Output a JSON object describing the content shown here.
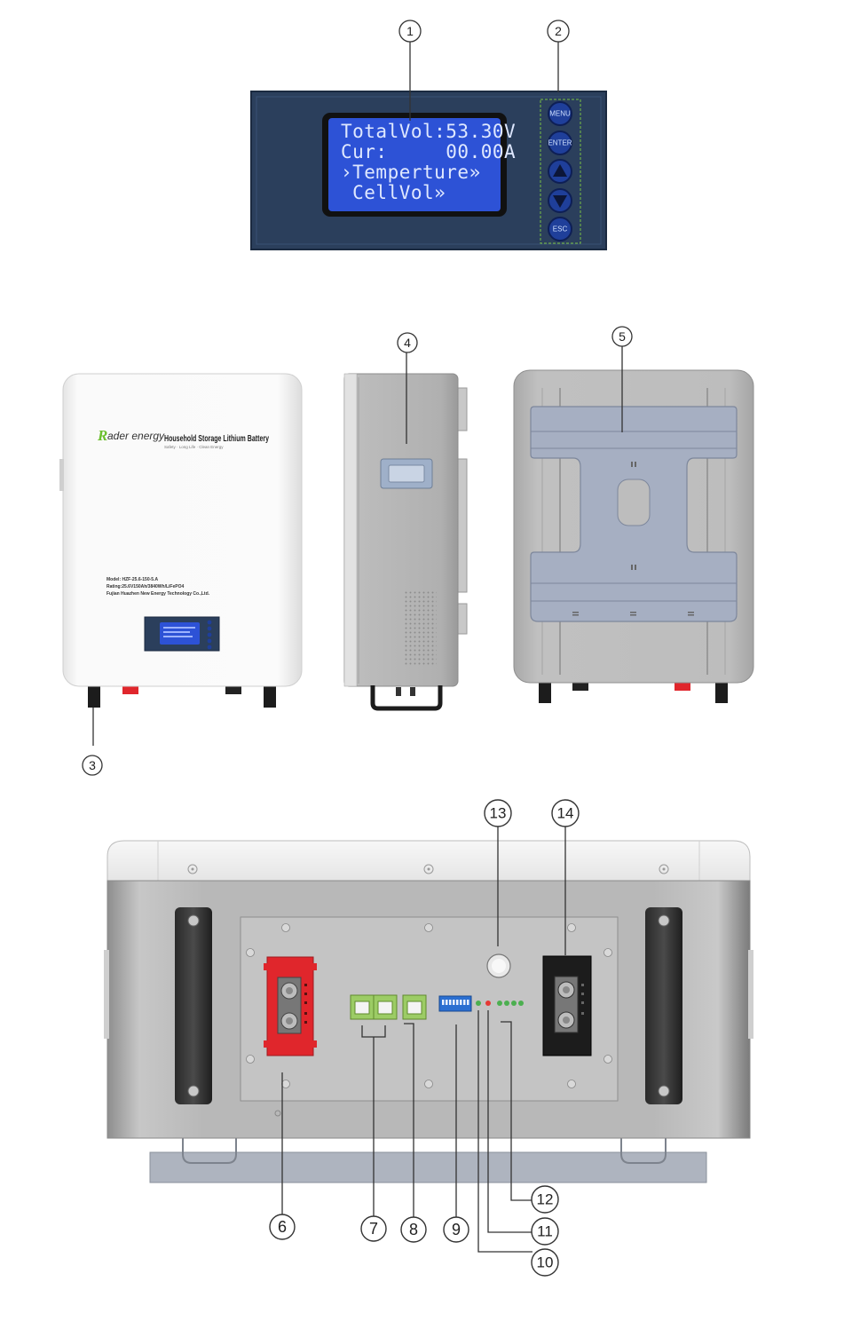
{
  "lcd": {
    "lines": [
      "TotalVol:53.30V",
      "Cur:     00.00A",
      "›Temperture»",
      " CellVol»"
    ],
    "buttons": [
      {
        "label": "MENU",
        "icon": ""
      },
      {
        "label": "ENTER",
        "icon": ""
      },
      {
        "label": "",
        "icon": "triangle-up-icon"
      },
      {
        "label": "",
        "icon": "triangle-down-icon"
      },
      {
        "label": "ESC",
        "icon": ""
      }
    ]
  },
  "front_panel": {
    "brand_initial": "R",
    "brand_name": "ader energy",
    "product_title": "Household Storage Lithium Battery",
    "tagline": "Safety · Long Life · Clean Energy",
    "spec_lines": [
      "Model: HZF-25.6-150-5.A",
      "Rating:25.6V150Ah/3840Wh/LiFePO4",
      "Fujian Huazhen New Energy Technology Co.,Ltd."
    ]
  },
  "callouts": [
    "1",
    "2",
    "3",
    "4",
    "5",
    "6",
    "7",
    "8",
    "9",
    "10",
    "11",
    "12",
    "13",
    "14"
  ],
  "colors": {
    "panel_navy": "#2b3f5c",
    "lcd_blue": "#2d52d6",
    "button_blue": "#1f3f9a",
    "terminal_red": "#e0262c",
    "rj45_green": "#9ccc65",
    "dip_blue": "#2b6fd1",
    "led_green": "#4caf50",
    "led_red": "#e53935",
    "body_grey": "#b7b7b7",
    "body_white": "#f2f2f2"
  }
}
